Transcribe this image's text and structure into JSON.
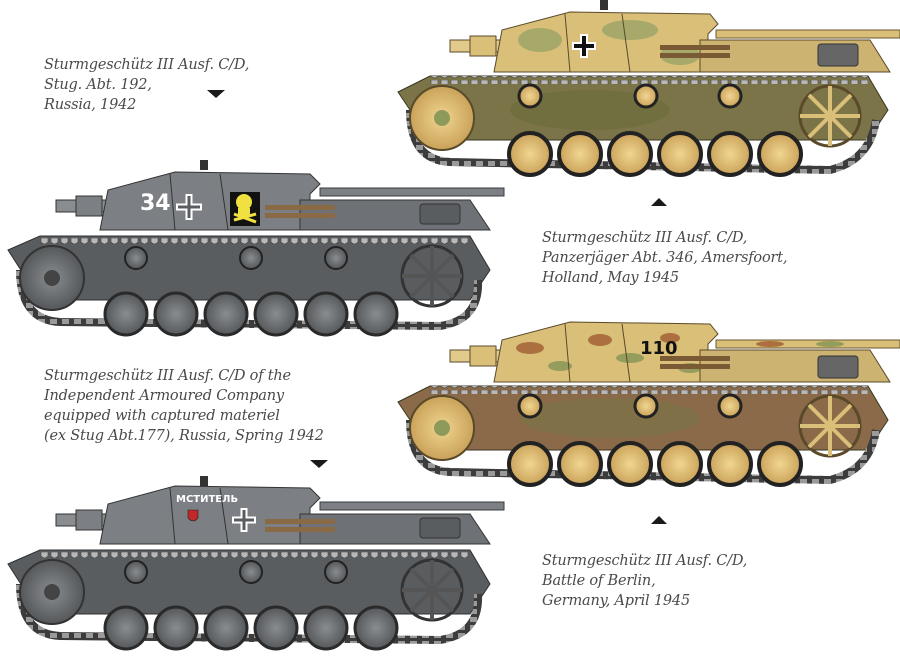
{
  "profiles": [
    {
      "id": "grey-34",
      "caption_lines": [
        "Sturmgeschütz III Ausf. C/D,",
        "Stug. Abt. 192,",
        "Russia, 1942"
      ],
      "marking_number": "34",
      "scheme": "panzer-grey",
      "emblem": "yellow-skull",
      "arrow": "down"
    },
    {
      "id": "camo-amersfoort",
      "caption_lines": [
        "Sturmgeschütz III Ausf. C/D,",
        "Panzerjäger Abt. 346, Amersfoort,",
        "Holland, May 1945"
      ],
      "marking_number": "",
      "scheme": "dunkelgelb-green-camo",
      "arrow": "up"
    },
    {
      "id": "grey-mstitel",
      "caption_lines": [
        "Sturmgeschütz III Ausf. C/D of the",
        "Independent Armoured Company",
        "equipped with captured materiel",
        "(ex Stug Abt.177), Russia, Spring 1942"
      ],
      "marking_text": "МСТИТЕЛЬ",
      "scheme": "panzer-grey",
      "emblem": "red-shield",
      "arrow": "down"
    },
    {
      "id": "camo-berlin",
      "caption_lines": [
        "Sturmgeschütz III Ausf. C/D,",
        "Battle of Berlin,",
        "Germany, April 1945"
      ],
      "marking_number": "110",
      "scheme": "three-tone-camo",
      "arrow": "up"
    }
  ],
  "colors": {
    "grey_hull": "#5a5d60",
    "grey_upper": "#7c8084",
    "grey_dark": "#3a3c3e",
    "yellow_hull": "#d9bf78",
    "green_camo": "#8d9a5a",
    "brown_camo": "#a8683a",
    "lower_hull_green": "#6f6f45",
    "track": "#4a4a4a",
    "caption_text": "#4a4a4a"
  }
}
